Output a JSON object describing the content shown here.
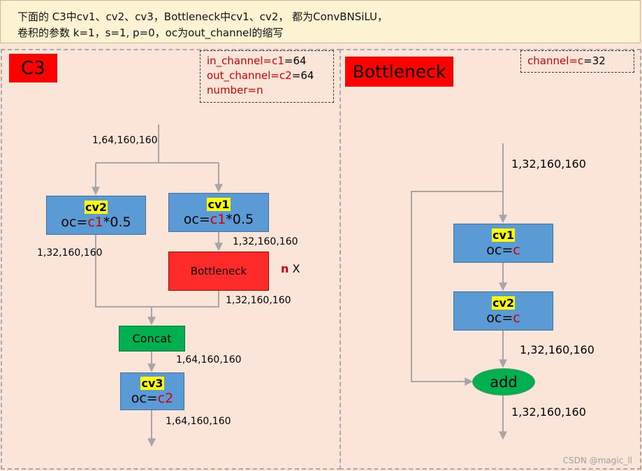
{
  "note": {
    "line1": "下面的 C3中cv1、cv2、cv3，Bottleneck中cv1、cv2， 都为ConvBNSiLU，",
    "line2": "卷积的参数 k=1，s=1, p=0，oc为out_channel的缩写"
  },
  "c3": {
    "title": "C3",
    "params": {
      "in_key": "in_channel=c1",
      "in_val": "=64",
      "out_key": "out_channel=c2",
      "out_val": "=64",
      "num_key": "number=n"
    },
    "input_shape": "1,64,160,160",
    "cv2": {
      "name": "cv2",
      "oc_prefix": "oc=",
      "oc_var": "c1",
      "oc_suffix": "*0.5"
    },
    "cv1": {
      "name": "cv1",
      "oc_prefix": "oc=",
      "oc_var": "c1",
      "oc_suffix": "*0.5"
    },
    "cv2_out_shape": "1,32,160,160",
    "cv1_out_shape": "1,32,160,160",
    "bottleneck_label": "Bottleneck",
    "repeat_n": "n",
    "repeat_x": "X",
    "bottleneck_out_shape": "1,32,160,160",
    "concat_label": "Concat",
    "concat_out_shape": "1,64,160,160",
    "cv3": {
      "name": "cv3",
      "oc_prefix": "oc=",
      "oc_var": "c2"
    },
    "output_shape": "1,64,160,160"
  },
  "bottleneck": {
    "title": "Bottleneck",
    "param_key": "channel=c",
    "param_val": "=32",
    "input_shape": "1,32,160,160",
    "cv1": {
      "name": "cv1",
      "oc_prefix": "oc=",
      "oc_var": "c"
    },
    "cv2": {
      "name": "cv2",
      "oc_prefix": "oc=",
      "oc_var": "c"
    },
    "cv2_out_shape": "1,32,160,160",
    "add_label": "add",
    "output_shape": "1,32,160,160"
  },
  "watermark": "CSDN @magic_ll",
  "colors": {
    "title_red": "#ff0000",
    "conv_blue": "#5b9bd5",
    "concat_green": "#00b050",
    "bottleneck_red": "#ff2a2a",
    "highlight_yellow": "#ffff00",
    "background": "#fbe5d8",
    "arrow_gray": "#a6a6a6"
  }
}
